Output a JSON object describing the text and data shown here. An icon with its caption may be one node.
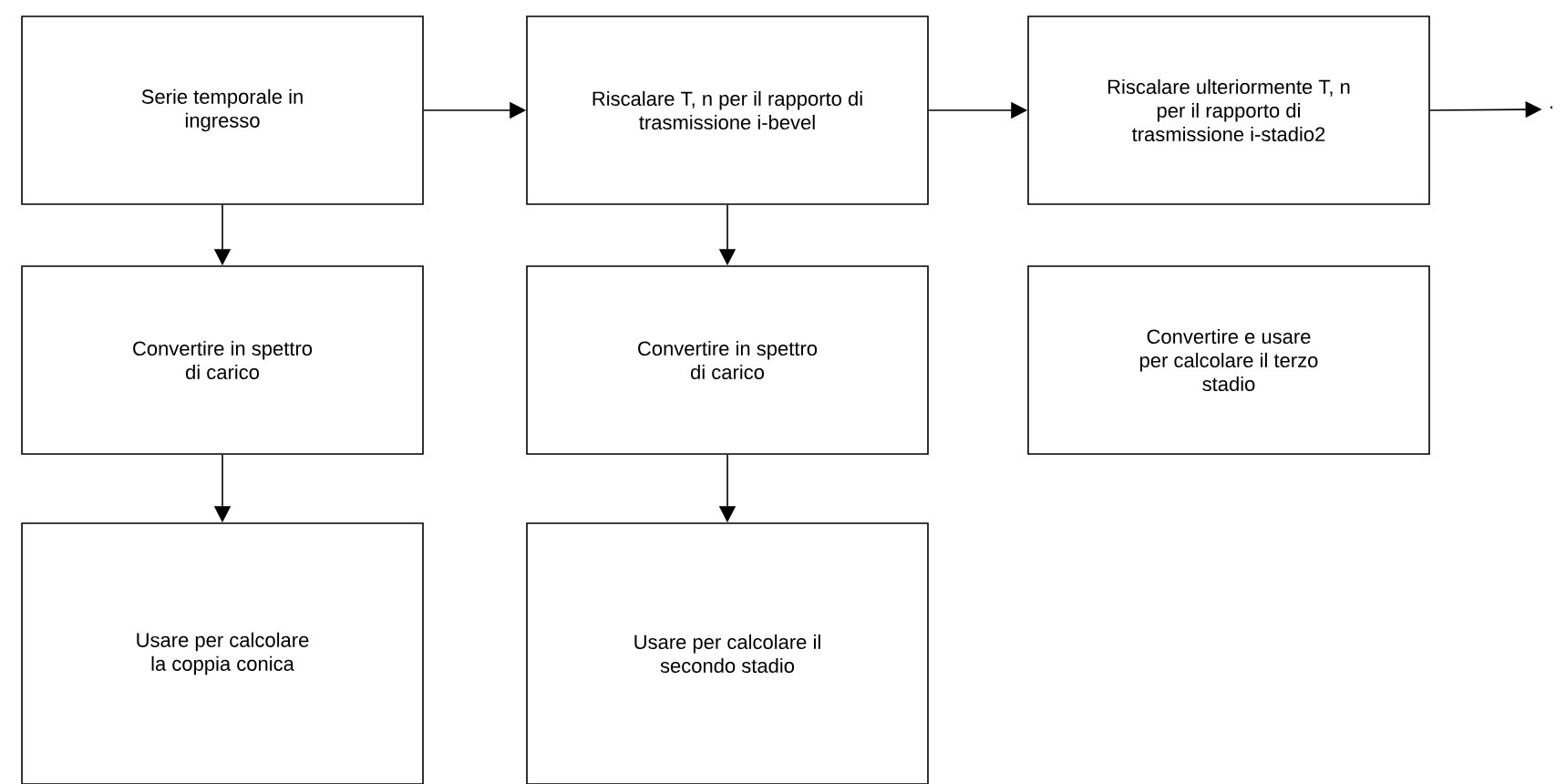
{
  "diagram": {
    "nodes": [
      {
        "text": [
          "Serie temporale in ingresso"
        ]
      },
      {
        "text": [
          "Riscalare T, n per il rapporto di trasmissione i-bevel"
        ]
      },
      {
        "text": [
          "Riscalare ulteriormente T, n per il rapporto di trasmissione i-stadio2"
        ]
      },
      {
        "text": [
          "."
        ]
      },
      {
        "text": [
          "Convertire in spettro di carico"
        ]
      },
      {
        "text": [
          "Convertire in spettro di carico"
        ]
      },
      {
        "text": [
          "Convertire e usare per calcolare il terzo stadio"
        ]
      },
      {
        "text": [
          "Usare per calcolare la coppia conica"
        ]
      },
      {
        "text": [
          "Usare per calcolare il secondo stadio"
        ]
      }
    ],
    "edges": [
      {
        "from": 0,
        "to": 1,
        "arrow": "to"
      },
      {
        "from": 1,
        "to": 2,
        "arrow": "to"
      },
      {
        "from": 2,
        "to": 3,
        "arrow": "to"
      },
      {
        "from": 0,
        "to": 4,
        "arrow": "to"
      },
      {
        "from": 1,
        "to": 5,
        "arrow": "to"
      },
      {
        "from": 4,
        "to": 7,
        "arrow": "to"
      },
      {
        "from": 5,
        "to": 8,
        "arrow": "to"
      }
    ]
  }
}
